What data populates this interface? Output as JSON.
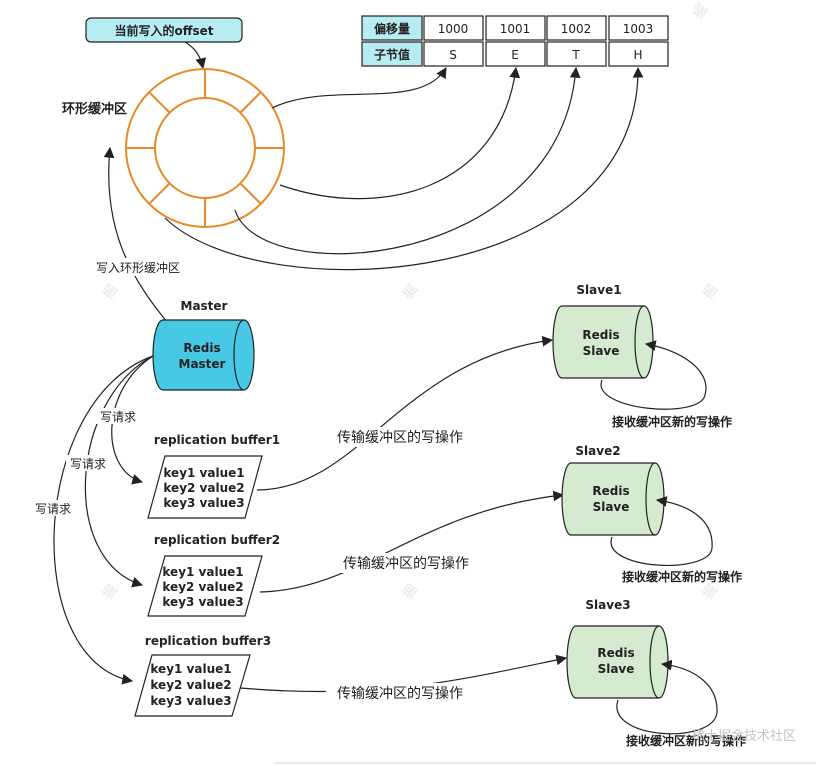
{
  "offset_label": "当前写入的offset",
  "ring_label": "环形缓冲区",
  "write_ring_label": "写入环形缓冲区",
  "offset_table": {
    "row1_header": "偏移量",
    "row2_header": "子节值",
    "offsets": [
      "1000",
      "1001",
      "1002",
      "1003"
    ],
    "bytes": [
      "S",
      "E",
      "T",
      "H"
    ]
  },
  "master": {
    "title": "Master",
    "line1": "Redis",
    "line2": "Master"
  },
  "write_request": "写请求",
  "buffers": [
    {
      "title": "replication buffer1",
      "lines": [
        "key1 value1",
        "key2 value2",
        "key3 value3"
      ]
    },
    {
      "title": "replication buffer2",
      "lines": [
        "key1 value1",
        "key2 value2",
        "key3 value3"
      ]
    },
    {
      "title": "replication buffer3",
      "lines": [
        "key1 value1",
        "key2 value2",
        "key3 value3"
      ]
    }
  ],
  "transfer_label": "传输缓冲区的写操作",
  "slaves": [
    {
      "title": "Slave1",
      "line1": "Redis",
      "line2": "Slave"
    },
    {
      "title": "Slave2",
      "line1": "Redis",
      "line2": "Slave"
    },
    {
      "title": "Slave3",
      "line1": "Redis",
      "line2": "Slave"
    }
  ],
  "receive_label": "接收缓冲区新的写操作",
  "watermark": "稀土掘金技术社区",
  "colors": {
    "ring_stroke": "#e88a2a",
    "offset_box_fill": "#b7ecf2",
    "master_fill": "#47c9e5",
    "slave_fill": "#d4ebd0",
    "stroke": "#222222"
  }
}
